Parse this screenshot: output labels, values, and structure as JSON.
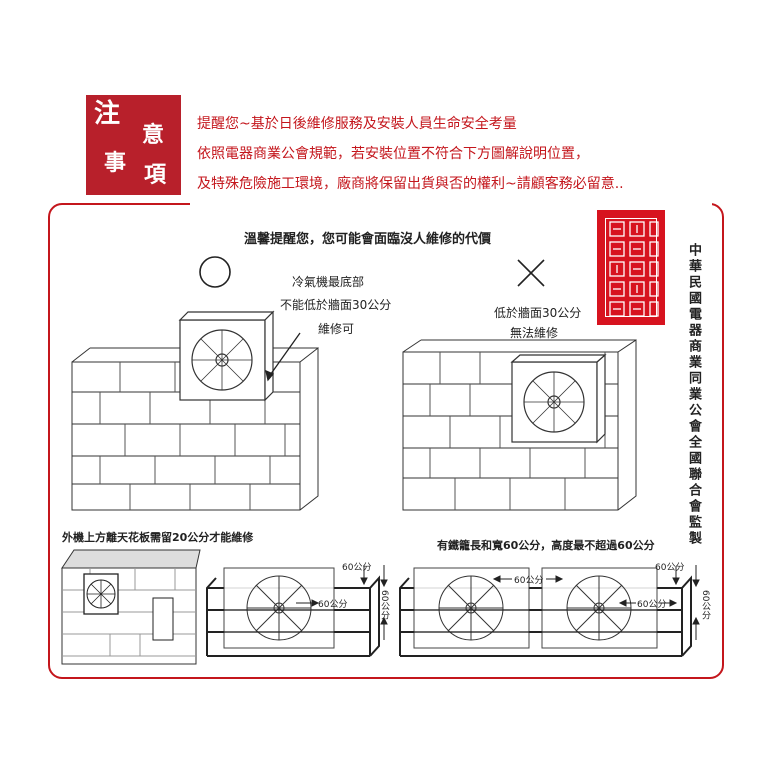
{
  "notice": {
    "badge": [
      "注",
      "意",
      "事",
      "項"
    ],
    "lines": [
      "提醒您~基於日後維修服務及安裝人員生命安全考量",
      "依照電器商業公會規範，若安裝位置不符合下方圖解說明位置，",
      "及特殊危險施工環境，廠商將保留出貨與否的權利~請顧客務必留意.."
    ]
  },
  "diagram": {
    "title": "溫馨提醒您，您可能會面臨沒人維修的代價",
    "ok_symbol": "○",
    "ng_symbol": "✕",
    "ok_note": [
      "冷氣機最底部",
      "不能低於牆面30公分",
      "維修可"
    ],
    "ng_note": [
      "低於牆面30公分",
      "無法維修"
    ],
    "bottom_left_caption": "外機上方離天花板需留20公分才能維修",
    "bottom_right_caption": "有鐵籠長和寬60公分，高度最不超過60公分",
    "dim_60": "60公分",
    "dim_60_vertical": "60公分"
  },
  "supervision": {
    "vertical_text": "中華民國電器商業同業公會全國聯合會監製",
    "seal_lines": [
      "中華",
      "民國",
      "電器",
      "商業",
      "同業",
      "公會"
    ]
  },
  "colors": {
    "accent": "#c4161c",
    "badge": "#b8202b"
  }
}
